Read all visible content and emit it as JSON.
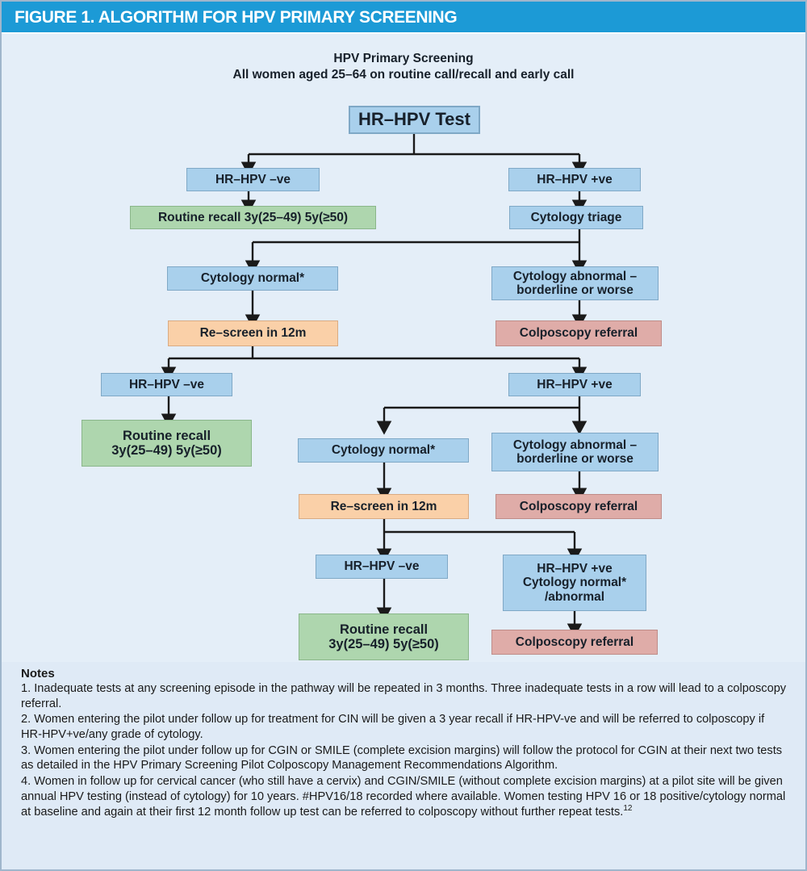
{
  "header": {
    "title": "FIGURE 1. ALGORITHM FOR HPV PRIMARY SCREENING",
    "bar_color": "#1c9ad6",
    "text_color": "#ffffff"
  },
  "colors": {
    "page_background": "#e4eef8",
    "blue_node": "#a9d0ec",
    "green_node": "#aed6ae",
    "orange_node": "#fad0a8",
    "pink_node": "#dfaca8",
    "edge": "#1a1a1a"
  },
  "diagram": {
    "heading_line_1": "HPV Primary Screening",
    "heading_line_2": "All women aged 25–64 on routine call/recall and early call",
    "nodes": {
      "root": "HR–HPV Test",
      "l1_neg": "HR–HPV –ve",
      "l1_pos": "HR–HPV +ve",
      "l1_routine_recall": "Routine recall 3y(25–49) 5y(≥50)",
      "l1_cytology_triage": "Cytology triage",
      "l2_cytology_normal": "Cytology normal*",
      "l2_cytology_abnormal_line1": "Cytology abnormal –",
      "l2_cytology_abnormal_line2": "borderline or worse",
      "l2_rescreen": "Re–screen in 12m",
      "l2_colposcopy": "Colposcopy referral",
      "l3_neg": "HR–HPV –ve",
      "l3_pos": "HR–HPV +ve",
      "l3_routine_recall_line1": "Routine recall",
      "l3_routine_recall_line2": "3y(25–49) 5y(≥50)",
      "l3_cytology_normal": "Cytology normal*",
      "l3_cytology_abnormal_line1": "Cytology abnormal –",
      "l3_cytology_abnormal_line2": "borderline or worse",
      "l3_rescreen": "Re–screen in 12m",
      "l3_colposcopy": "Colposcopy referral",
      "l4_neg": "HR–HPV –ve",
      "l4_pos_line1": "HR–HPV +ve",
      "l4_pos_line2": "Cytology normal*",
      "l4_pos_line3": "/abnormal",
      "l4_routine_recall_line1": "Routine recall",
      "l4_routine_recall_line2": "3y(25–49) 5y(≥50)",
      "l4_colposcopy": "Colposcopy referral"
    }
  },
  "notes": {
    "title": "Notes",
    "items": [
      "1. Inadequate tests at any screening episode in the pathway will be repeated in 3 months. Three inadequate tests in a row will lead to a colposcopy referral.",
      "2. Women entering the pilot under follow up for treatment for CIN will be given a 3 year recall if HR-HPV-ve and will be referred to colposcopy if HR-HPV+ve/any grade of cytology.",
      "3. Women entering the pilot under follow up for CGIN or SMILE (complete excision margins) will follow the protocol for CGIN at their next two tests as detailed in the HPV Primary Screening Pilot Colposcopy Management Recommendations Algorithm.",
      "4. Women in follow up for cervical cancer (who still have a cervix) and CGIN/SMILE (without complete excision margins) at a pilot site will be given annual HPV testing (instead of cytology) for 10 years. #HPV16/18 recorded where available. Women testing HPV 16 or 18 positive/cytology normal at baseline and again at their first 12 month follow up test can be referred to colposcopy without further repeat tests."
    ],
    "last_item_superscript": "12"
  }
}
